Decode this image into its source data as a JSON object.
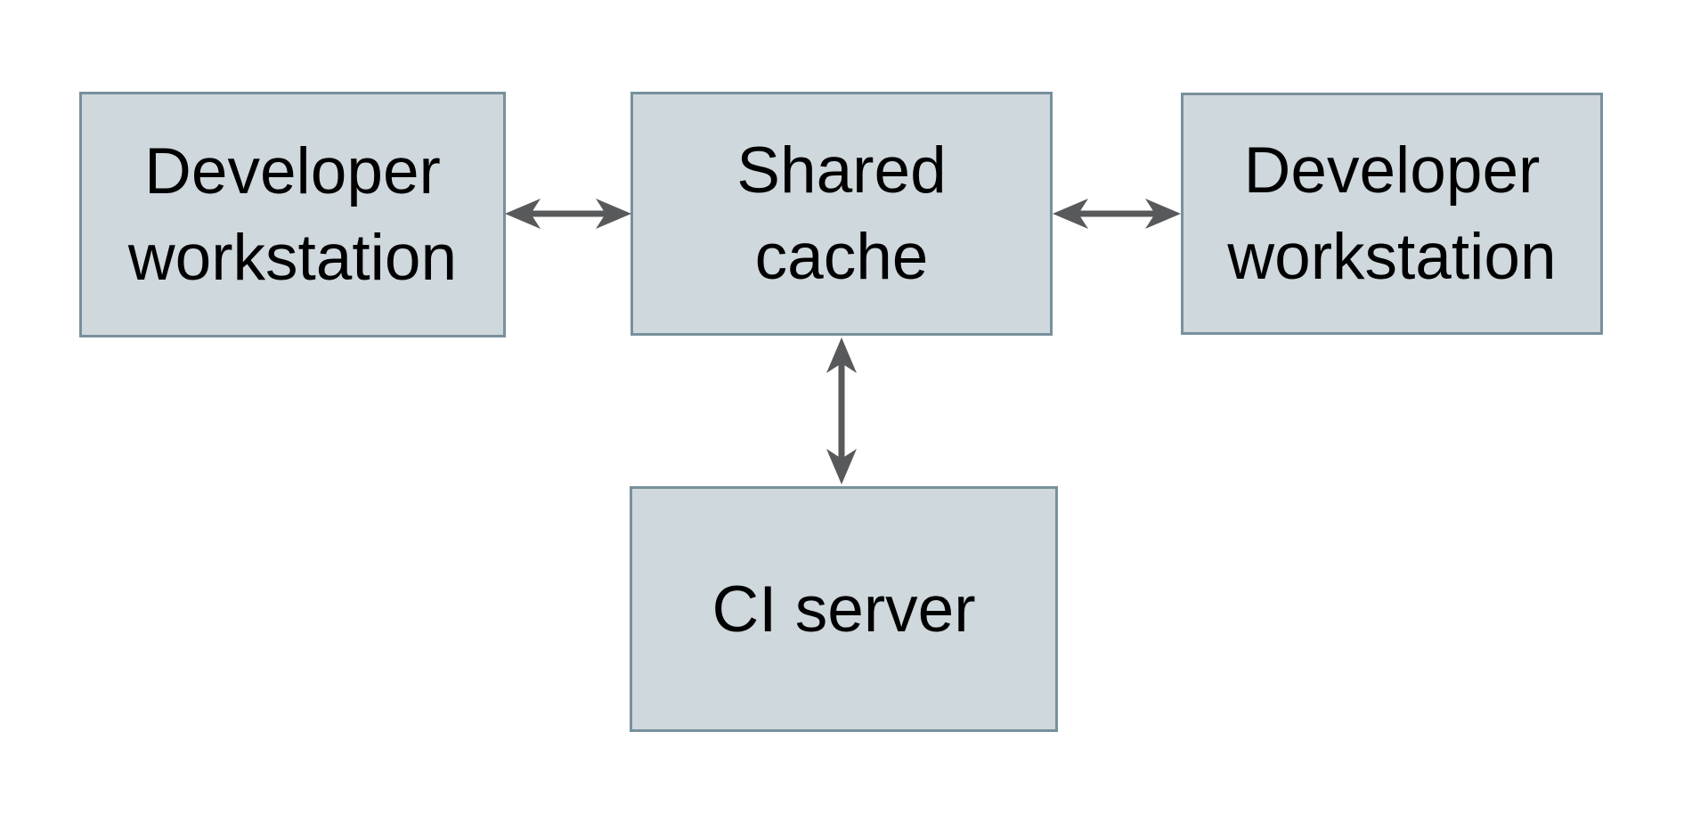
{
  "colors": {
    "background": "#ffffff",
    "node_fill": "#cfd8dc",
    "node_border": "#78909c",
    "arrow": "#58595b",
    "text": "#000000"
  },
  "nodes": {
    "developer_workstation_left": {
      "line1": "Developer",
      "line2": "workstation"
    },
    "shared_cache": {
      "line1": "Shared",
      "line2": "cache"
    },
    "developer_workstation_right": {
      "line1": "Developer",
      "line2": "workstation"
    },
    "ci_server": {
      "line1": "CI server"
    }
  },
  "edges": [
    {
      "from": "developer_workstation_left",
      "to": "shared_cache",
      "direction": "bidirectional"
    },
    {
      "from": "shared_cache",
      "to": "developer_workstation_right",
      "direction": "bidirectional"
    },
    {
      "from": "shared_cache",
      "to": "ci_server",
      "direction": "bidirectional"
    }
  ]
}
